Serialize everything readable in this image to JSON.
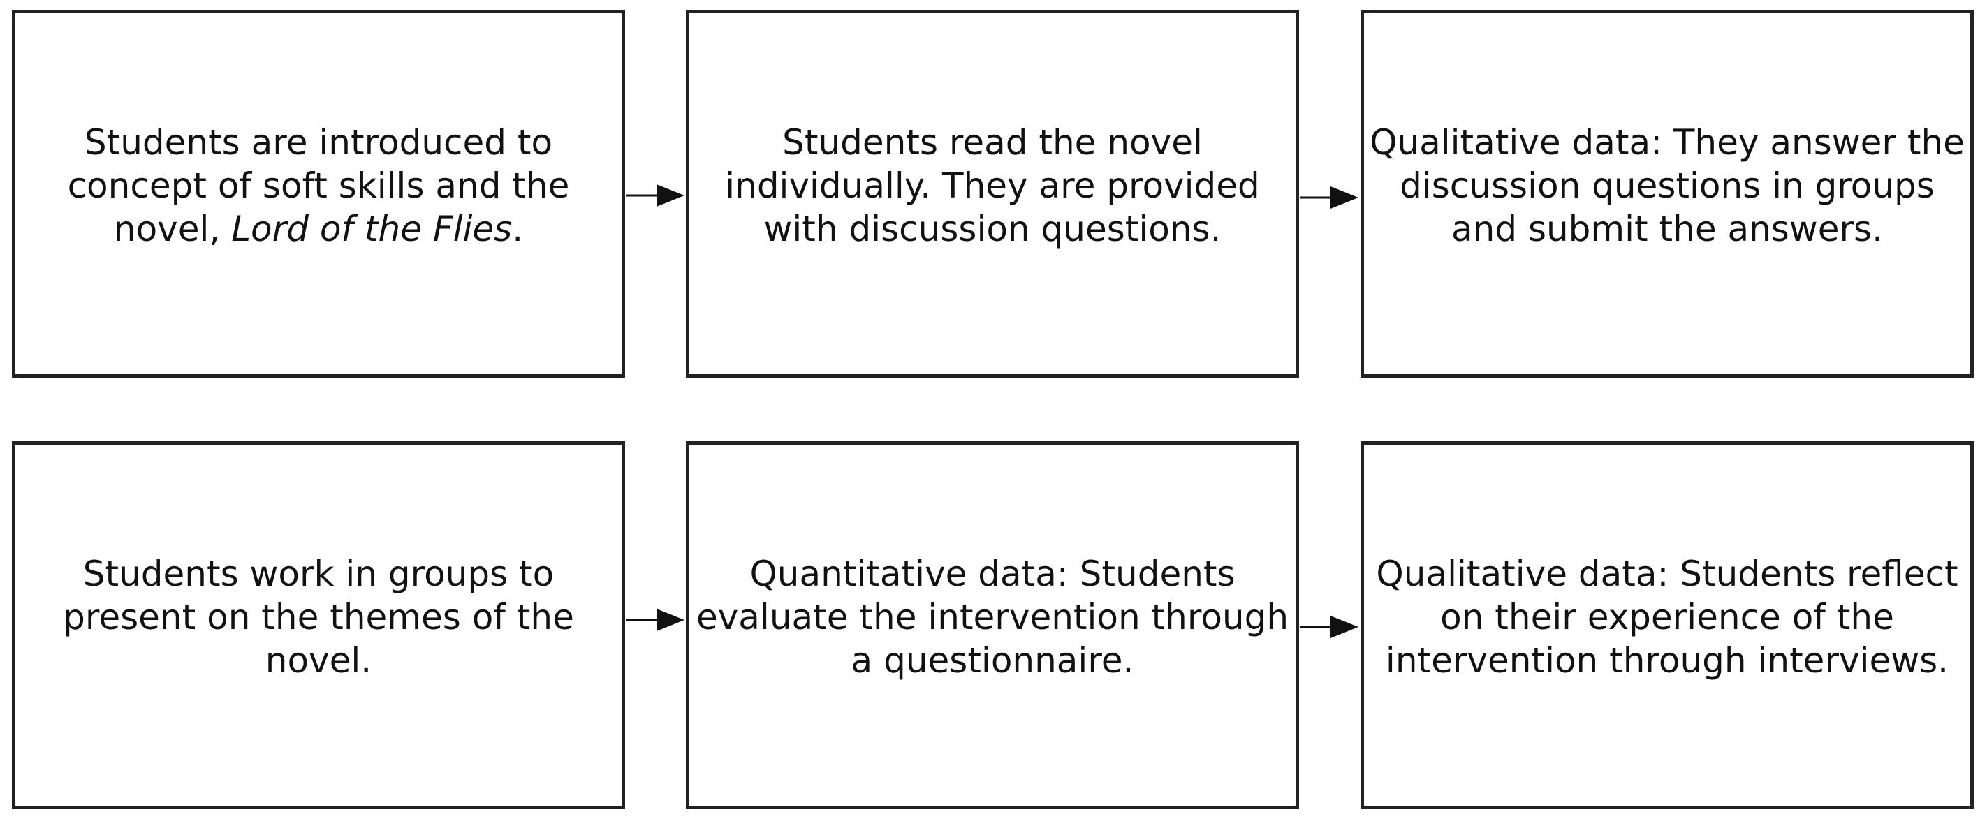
{
  "steps": [
    {
      "text_before": "Students are introduced to concept of soft skills and the novel, ",
      "text_italic": "Lord of the Flies",
      "text_after": "."
    },
    {
      "text_before": "Students read the novel individually. They are provided with discussion questions.",
      "text_italic": "",
      "text_after": ""
    },
    {
      "text_before": "Qualitative data: They answer the discussion questions in groups and submit the answers.",
      "text_italic": "",
      "text_after": ""
    },
    {
      "text_before": "Students work in groups to present on the themes of the novel.",
      "text_italic": "",
      "text_after": ""
    },
    {
      "text_before": "Quantitative data: Students evaluate the intervention through a questionnaire.",
      "text_italic": "",
      "text_after": ""
    },
    {
      "text_before": "Qualitative data: Students reflect on their experience of the intervention through interviews.",
      "text_italic": "",
      "text_after": ""
    }
  ],
  "colors": {
    "border": "#222222",
    "arrow": "#111111",
    "text": "#111111",
    "background": "#ffffff"
  }
}
